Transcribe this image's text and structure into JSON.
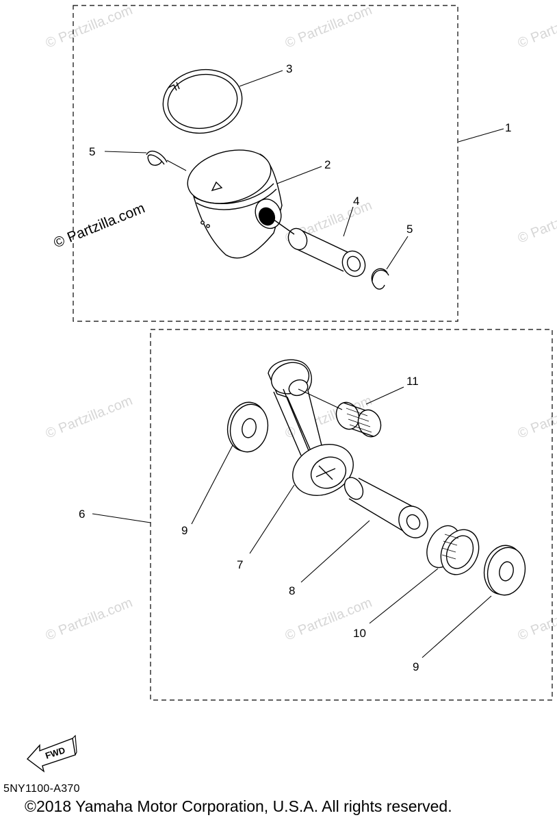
{
  "diagram": {
    "callouts": {
      "c1": "1",
      "c2": "2",
      "c3": "3",
      "c4": "4",
      "c5a": "5",
      "c5b": "5",
      "c6": "6",
      "c7": "7",
      "c8": "8",
      "c9a": "9",
      "c9b": "9",
      "c10": "10",
      "c11": "11"
    },
    "watermark_text": "© Partzilla.com",
    "fwd_label": "FWD"
  },
  "footer": {
    "part_code": "5NY1100-A370",
    "copyright": "©2018 Yamaha Motor Corporation, U.S.A. All rights reserved."
  }
}
